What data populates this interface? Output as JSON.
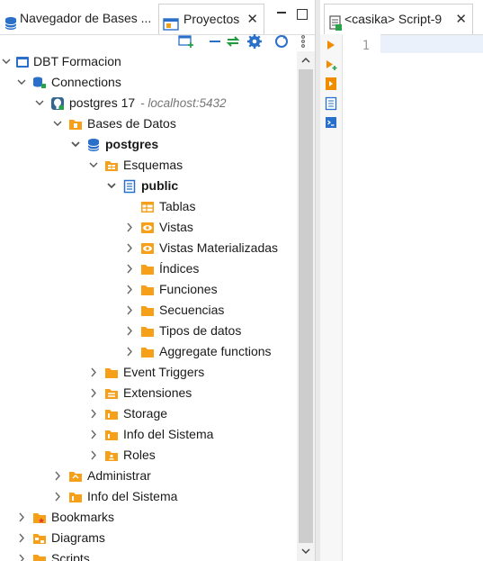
{
  "left_tabs": {
    "navigator": "Navegador de Bases ...",
    "projects": "Proyectos",
    "close_glyph": "✕"
  },
  "tree": {
    "root": "DBT Formacion",
    "connections": "Connections",
    "postgres": "postgres 17",
    "postgres_host": "- localhost:5432",
    "databases": "Bases de Datos",
    "db_postgres": "postgres",
    "schemas": "Esquemas",
    "public": "public",
    "tables": "Tablas",
    "views": "Vistas",
    "matviews": "Vistas Materializadas",
    "indexes": "Índices",
    "functions": "Funciones",
    "sequences": "Secuencias",
    "datatypes": "Tipos de datos",
    "aggregates": "Aggregate functions",
    "event_triggers": "Event Triggers",
    "extensions": "Extensiones",
    "storage": "Storage",
    "sysinfo": "Info del Sistema",
    "roles": "Roles",
    "administer": "Administrar",
    "sysinfo2": "Info del Sistema",
    "bookmarks": "Bookmarks",
    "diagrams": "Diagrams",
    "scripts": "Scripts"
  },
  "editor": {
    "tab_label": "<casika> Script-9",
    "close_glyph": "✕",
    "line_number": "1"
  },
  "colors": {
    "folder": "#f5a018",
    "db_blue": "#2a6fc9",
    "run_orange": "#f08c00",
    "chevron": "#555555"
  }
}
